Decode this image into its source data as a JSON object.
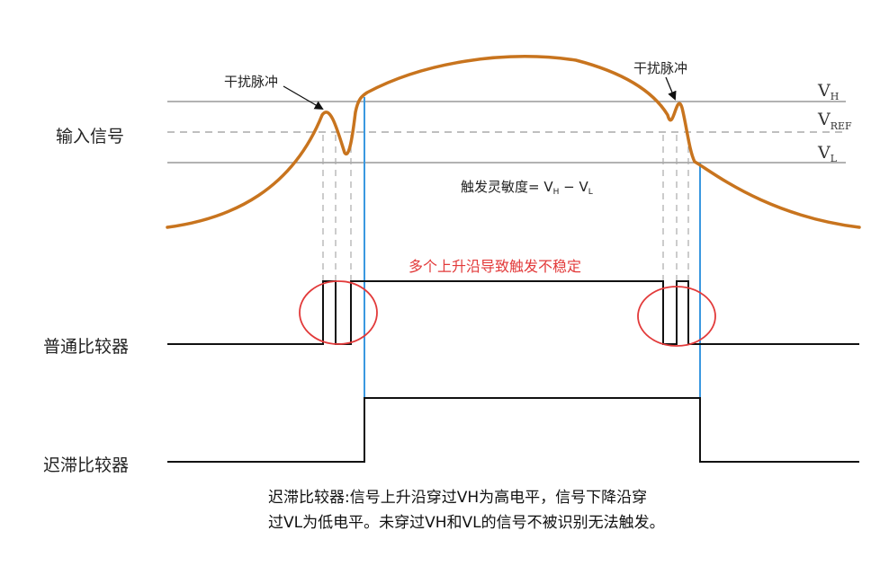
{
  "labels": {
    "input_signal": "输入信号",
    "normal_comparator": "普通比较器",
    "hysteresis_comparator": "迟滞比较器",
    "glitch_left": "干扰脉冲",
    "glitch_right": "干扰脉冲",
    "sensitivity_prefix": "触发灵敏度= ",
    "sensitivity_v": "V",
    "sensitivity_h": "H",
    "sensitivity_minus": " − ",
    "sensitivity_l": "L",
    "vh_main": "V",
    "vh_sub": "H",
    "vref_main": "V",
    "vref_sub": "REF",
    "vl_main": "V",
    "vl_sub": "L",
    "unstable_note": "多个上升沿导致触发不稳定",
    "description_line1": "迟滞比较器:信号上升沿穿过VH为高电平，信号下降沿穿",
    "description_line2": "过VL为低电平。未穿过VH和VL的信号不被识别无法触发。"
  },
  "colors": {
    "signal": "#c8741e",
    "threshold_line": "#999999",
    "dashed": "#aaaaaa",
    "blue": "#3a98e0",
    "waveform": "#111111",
    "red_circle": "#e23a3a"
  }
}
